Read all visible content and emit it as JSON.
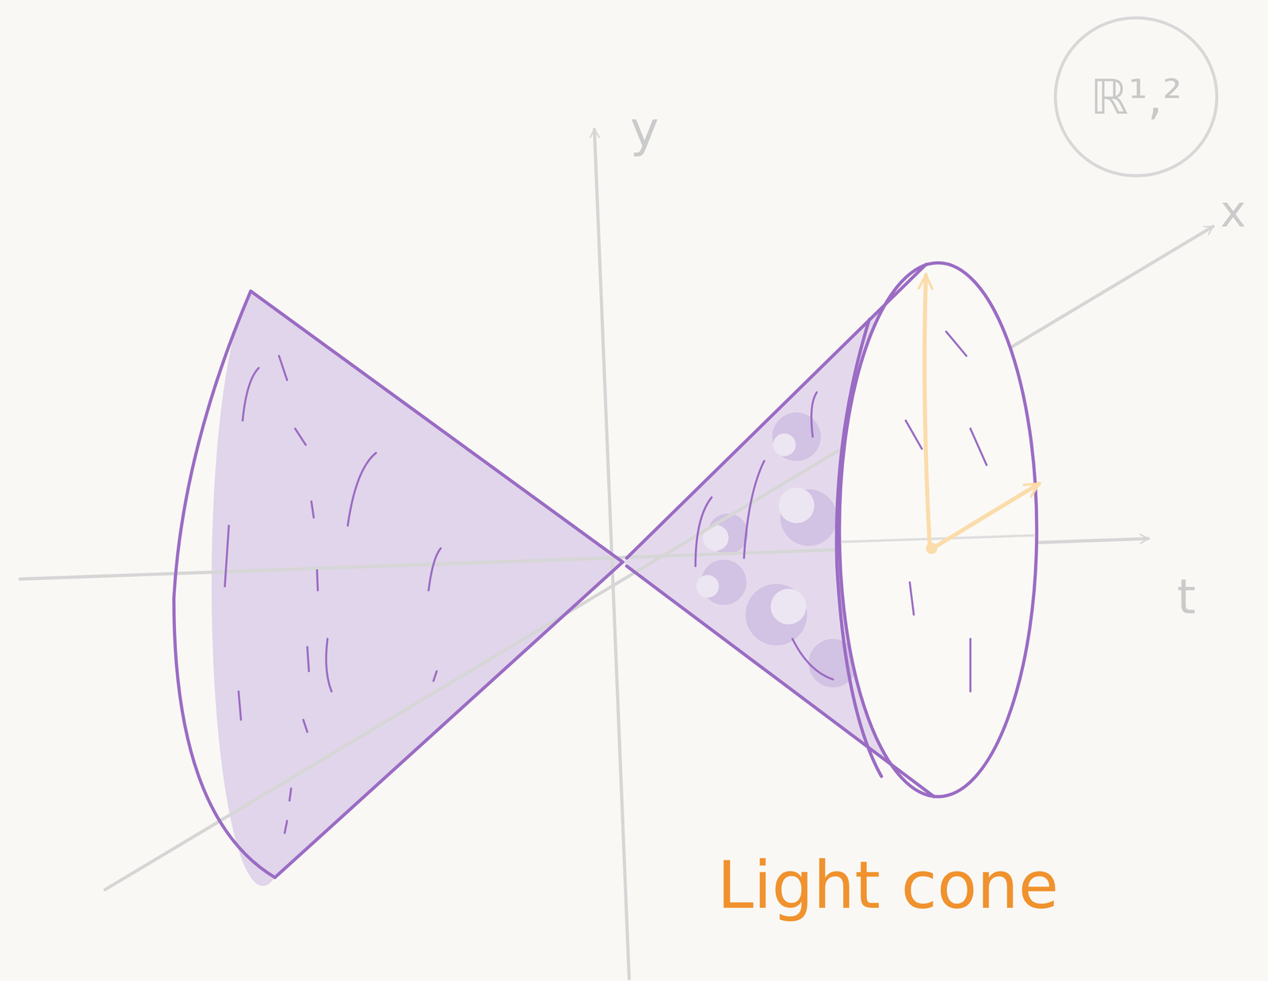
{
  "diagram": {
    "nodes": [
      {
        "text": [
          "ℝ¹,²"
        ]
      }
    ],
    "labels": [
      "y",
      "x",
      "t",
      "Light cone"
    ]
  }
}
